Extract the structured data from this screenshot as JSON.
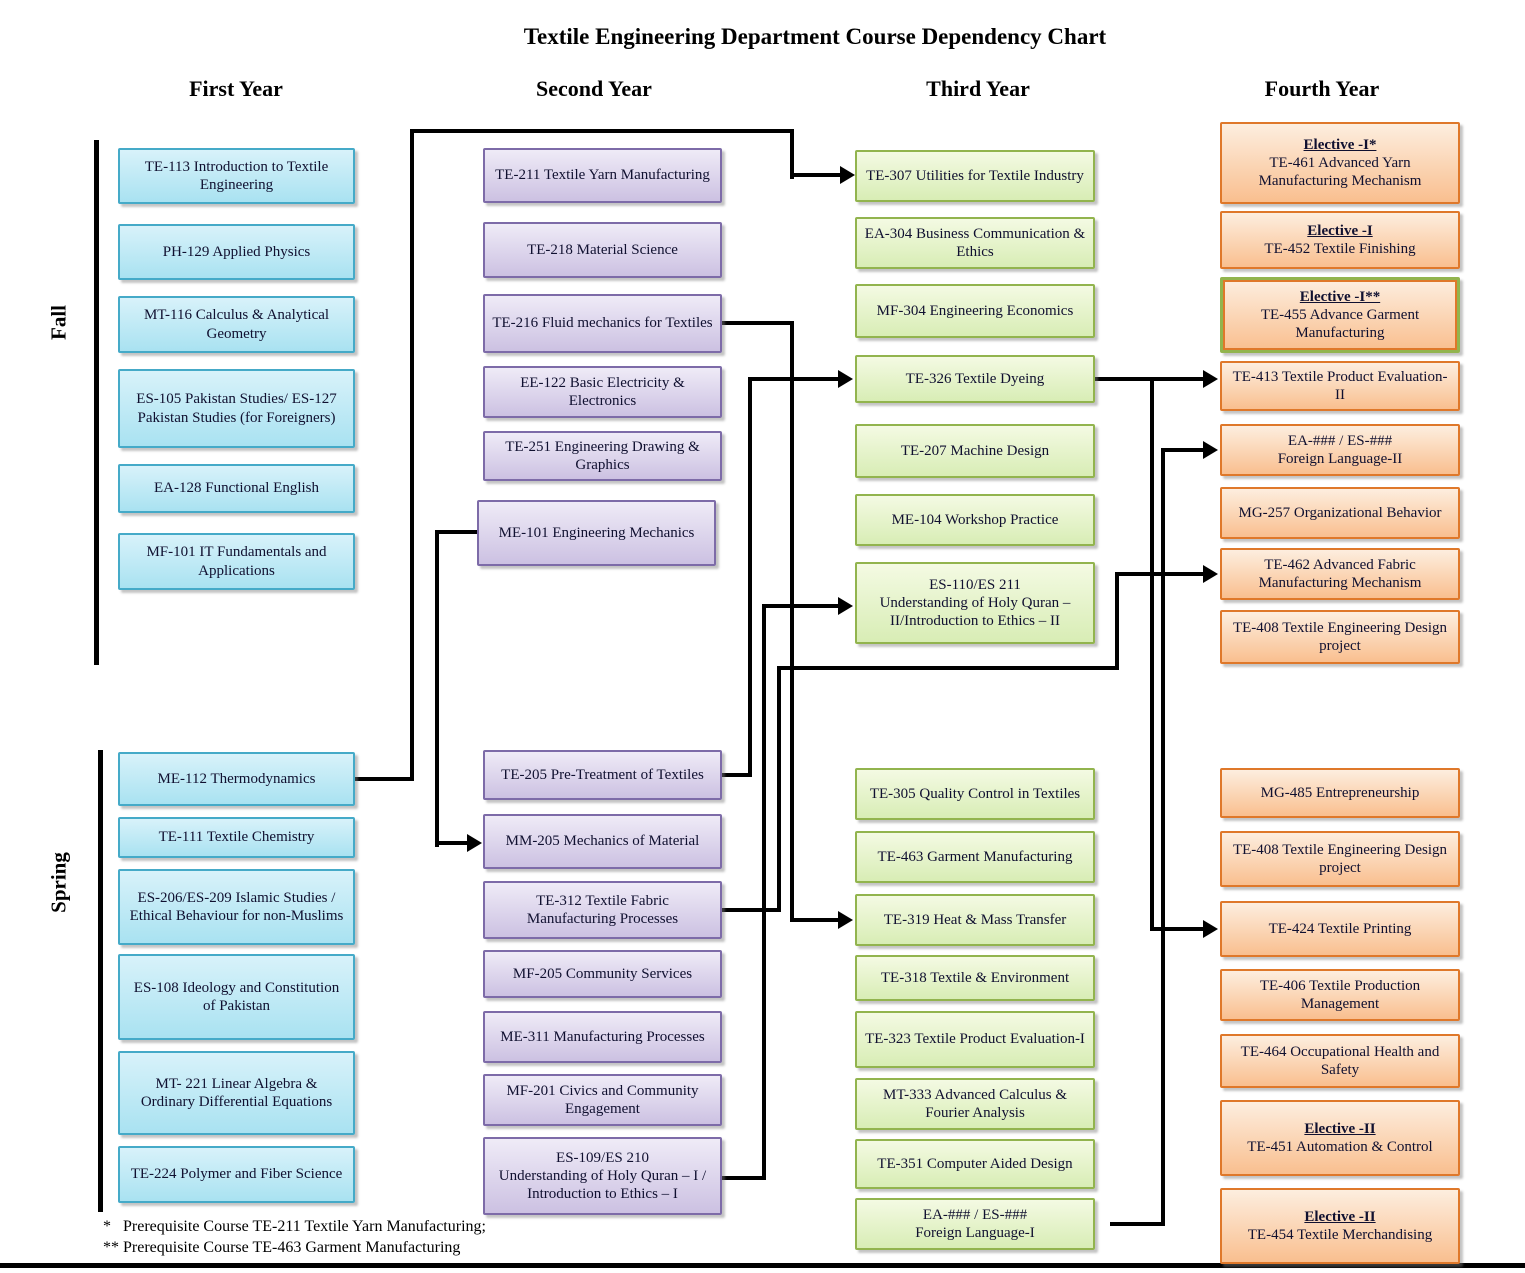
{
  "title": "Textile Engineering Department Course Dependency Chart",
  "column_headers": [
    "First Year",
    "Second Year",
    "Third Year",
    "Fourth Year"
  ],
  "section_labels": {
    "fall": "Fall",
    "spring": "Spring"
  },
  "footnotes": [
    "*   Prerequisite Course TE-211 Textile Yarn Manufacturing;",
    "** Prerequisite Course TE-463 Garment Manufacturing"
  ],
  "colors": {
    "first_year_border": "#45AAC8",
    "second_year_border": "#7D6BA8",
    "third_year_border": "#92B44E",
    "fourth_year_border": "#DF782A",
    "connector": "#000000"
  },
  "columns": [
    {
      "name": "First Year",
      "fall": [
        "TE-113 Introduction to Textile Engineering",
        "PH-129 Applied Physics",
        "MT-116 Calculus & Analytical Geometry",
        "ES-105 Pakistan Studies/ ES-127 Pakistan Studies (for Foreigners)",
        "EA-128 Functional English",
        "MF-101 IT Fundamentals and Applications"
      ],
      "spring": [
        "ME-112 Thermodynamics",
        "TE-111 Textile Chemistry",
        "ES-206/ES-209 Islamic Studies / Ethical Behaviour for non-Muslims",
        "ES-108 Ideology and Constitution of Pakistan",
        "MT- 221 Linear Algebra & Ordinary Differential Equations",
        "TE-224 Polymer and Fiber Science"
      ]
    },
    {
      "name": "Second Year",
      "fall": [
        "TE-211 Textile Yarn Manufacturing",
        "TE-218 Material Science",
        "TE-216 Fluid mechanics for Textiles",
        "EE-122 Basic Electricity & Electronics",
        "TE-251 Engineering Drawing & Graphics",
        "ME-101 Engineering Mechanics"
      ],
      "spring": [
        "TE-205 Pre-Treatment of Textiles",
        "MM-205 Mechanics of Material",
        "TE-312 Textile Fabric Manufacturing Processes",
        "MF-205 Community Services",
        "ME-311 Manufacturing Processes",
        "MF-201 Civics and Community Engagement",
        "ES-109/ES 210\nUnderstanding of Holy Quran – I / Introduction to Ethics – I"
      ]
    },
    {
      "name": "Third Year",
      "fall": [
        "TE-307 Utilities for Textile Industry",
        "EA-304 Business Communication & Ethics",
        "MF-304 Engineering Economics",
        "TE-326 Textile Dyeing",
        "TE-207 Machine Design",
        "ME-104 Workshop Practice",
        "ES-110/ES 211\nUnderstanding of Holy Quran – II/Introduction to Ethics – II"
      ],
      "spring": [
        "TE-305 Quality Control in Textiles",
        "TE-463 Garment Manufacturing",
        "TE-319 Heat & Mass Transfer",
        "TE-318 Textile & Environment",
        "TE-323 Textile Product Evaluation-I",
        "MT-333 Advanced Calculus & Fourier Analysis",
        "TE-351 Computer Aided Design",
        "EA-### / ES-###\nForeign Language-I"
      ]
    },
    {
      "name": "Fourth Year",
      "fall": [
        {
          "heading": "Elective -I*",
          "label": "TE-461 Advanced Yarn Manufacturing Mechanism"
        },
        {
          "heading": "Elective -I",
          "label": "TE-452 Textile Finishing"
        },
        {
          "heading": "Elective -I**",
          "label": "TE-455 Advance Garment Manufacturing",
          "green_border": true
        },
        "TE-413 Textile Product Evaluation-II",
        "EA-### / ES-###\nForeign Language-II",
        "MG-257 Organizational Behavior",
        "TE-462 Advanced Fabric Manufacturing Mechanism",
        "TE-408 Textile Engineering Design project"
      ],
      "spring": [
        "MG-485 Entrepreneurship",
        "TE-408 Textile Engineering Design project",
        "TE-424 Textile Printing",
        "TE-406 Textile Production Management",
        "TE-464 Occupational Health and Safety",
        {
          "heading": "Elective -II",
          "label": "TE-451 Automation & Control"
        },
        {
          "heading": "Elective -II",
          "label": "TE-454 Textile Merchandising"
        }
      ]
    }
  ],
  "dependencies": [
    {
      "from": "ME-112 Thermodynamics",
      "to": "TE-307 Utilities for Textile Industry"
    },
    {
      "from": "ME-101 Engineering Mechanics",
      "to": "MM-205 Mechanics of Material"
    },
    {
      "from": "TE-205 Pre-Treatment of Textiles",
      "to": "TE-326 Textile Dyeing"
    },
    {
      "from": "ES-109/ES 210 Understanding of Holy Quran – I / Introduction to Ethics – I",
      "to": "ES-110/ES 211 Understanding of Holy Quran – II/Introduction to Ethics – II"
    },
    {
      "from": "TE-216 Fluid mechanics for Textiles",
      "to": "TE-319 Heat & Mass Transfer"
    },
    {
      "from": "TE-312 Textile Fabric Manufacturing Processes",
      "to": "TE-462 Advanced Fabric Manufacturing Mechanism"
    },
    {
      "from": "TE-326 Textile Dyeing",
      "to": "TE-413 Textile Product Evaluation-II"
    },
    {
      "from": "TE-326 Textile Dyeing",
      "to": "TE-424 Textile Printing"
    },
    {
      "from": "EA-### / ES-### Foreign Language-I",
      "to": "EA-### / ES-### Foreign Language-II"
    }
  ]
}
